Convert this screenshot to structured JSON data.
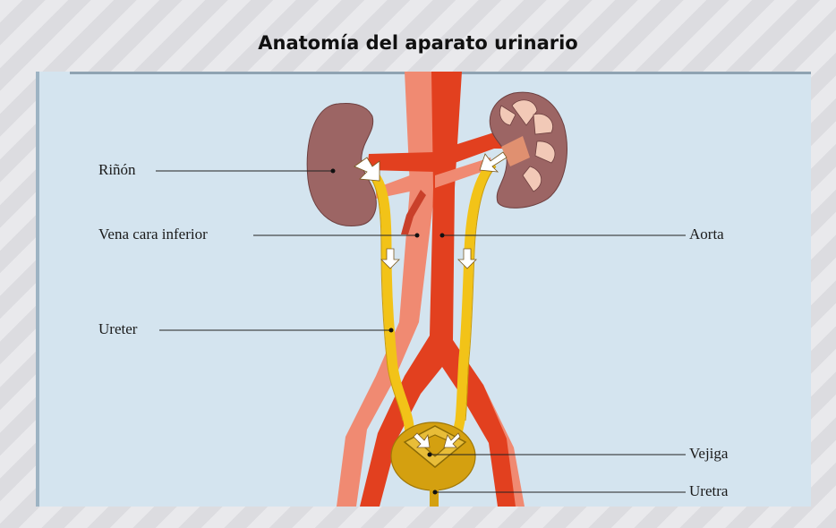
{
  "title": "Anatomía del aparato urinario",
  "labels": {
    "kidney": "Riñón",
    "inferior_vena_cava": "Vena cara inferior",
    "aorta": "Aorta",
    "ureter": "Ureter",
    "bladder": "Vejiga",
    "urethra": "Uretra"
  },
  "colors": {
    "panel_background": "#d4e4ef",
    "vein": "#f08a72",
    "artery": "#e2401f",
    "ureter": "#f2c318",
    "kidney": "#9c6564",
    "bladder": "#d4a010"
  }
}
